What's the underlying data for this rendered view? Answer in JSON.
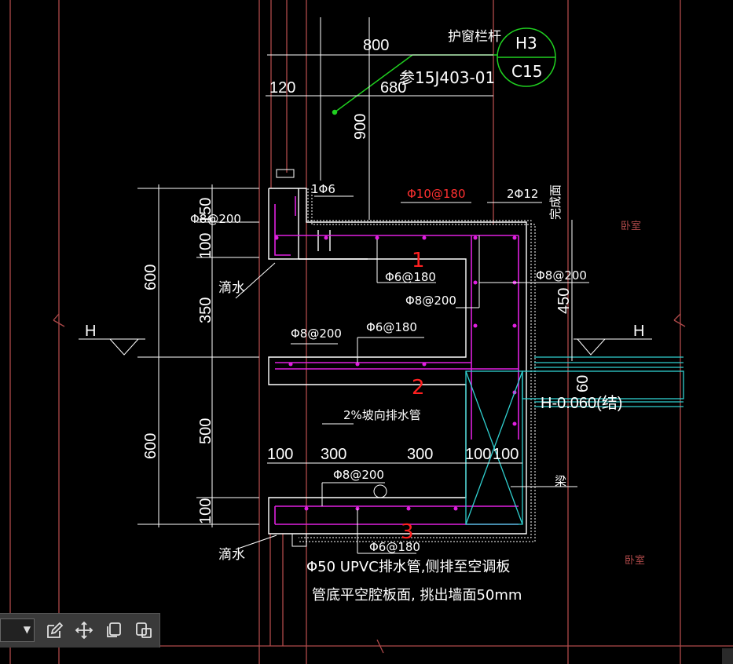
{
  "drawing": {
    "title_note": "护窗栏杆",
    "ref_note": "参15J403-01",
    "callout": {
      "top": "H3",
      "bottom": "C15"
    },
    "dim_800": "800",
    "dim_680": "680",
    "dim_120": "120",
    "dim_900": "900",
    "dim_150": "150",
    "dim_100a": "100",
    "dim_600a": "600",
    "dim_350": "350",
    "dim_500": "500",
    "dim_600b": "600",
    "dim_100b": "100",
    "dim_450": "450",
    "dim_60": "60",
    "bottom_dims": [
      "100",
      "300",
      "300",
      "100",
      "100"
    ],
    "rebar_phi6_top": "1Φ6",
    "rebar_phi8_200_a": "Φ8@200",
    "rebar_phi10_180": "Φ10@180",
    "rebar_2phi12": "2Φ12",
    "rebar_phi6_180_a": "Φ6@180",
    "rebar_phi8_200_b": "Φ8@200",
    "rebar_phi8_200_c": "Φ8@200",
    "rebar_phi8_200_d": "Φ8@200",
    "rebar_phi6_180_b": "Φ6@180",
    "rebar_phi8_200_e": "Φ8@200",
    "rebar_phi6_180_c": "Φ6@180",
    "finish_face": "完成面",
    "room_top": "卧室",
    "room_bottom": "卧室",
    "drip_top": "滴水",
    "drip_bottom": "滴水",
    "level_left": "H",
    "level_right": "H",
    "level_value": "H-0.060(结)",
    "slope_note": "2%坡向排水管",
    "beam": "梁",
    "section_1": "1",
    "section_2": "2",
    "section_3": "3",
    "pipe_note_1": "Φ50 UPVC排水管,侧排至空调板",
    "pipe_note_2": "管底平空腔板面, 挑出墙面50mm"
  },
  "colors": {
    "background": "#000000",
    "wall_line": "#b04a4a",
    "rebar": "#e020e0",
    "concrete": "#ffffff",
    "beam": "#30d0d0",
    "callout": "#20d020",
    "red_text": "#ff3030",
    "section_number": "#ff2020"
  },
  "toolbar": {
    "icons": [
      "edit-icon",
      "move-icon",
      "copy-icon",
      "paste-icon"
    ]
  }
}
